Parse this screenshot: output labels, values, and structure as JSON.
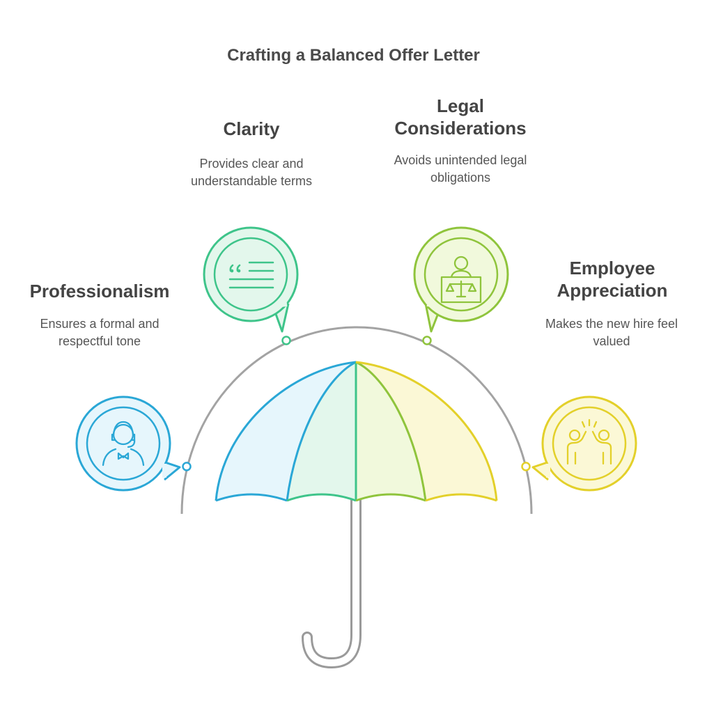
{
  "title": "Crafting a Balanced Offer Letter",
  "items": [
    {
      "heading": "Professionalism",
      "description": "Ensures a formal and respectful tone",
      "icon": "customer-service-agent-icon",
      "color": "#2aa7d6"
    },
    {
      "heading": "Clarity",
      "description": "Provides clear and understandable terms",
      "icon": "quote-text-icon",
      "color": "#3ec48a"
    },
    {
      "heading": "Legal Considerations",
      "description": "Avoids unintended legal obligations",
      "icon": "judge-scales-icon",
      "color": "#8fc43c"
    },
    {
      "heading": "Employee Appreciation",
      "description": "Makes the new hire feel valued",
      "icon": "high-five-icon",
      "color": "#e3d02a"
    }
  ]
}
